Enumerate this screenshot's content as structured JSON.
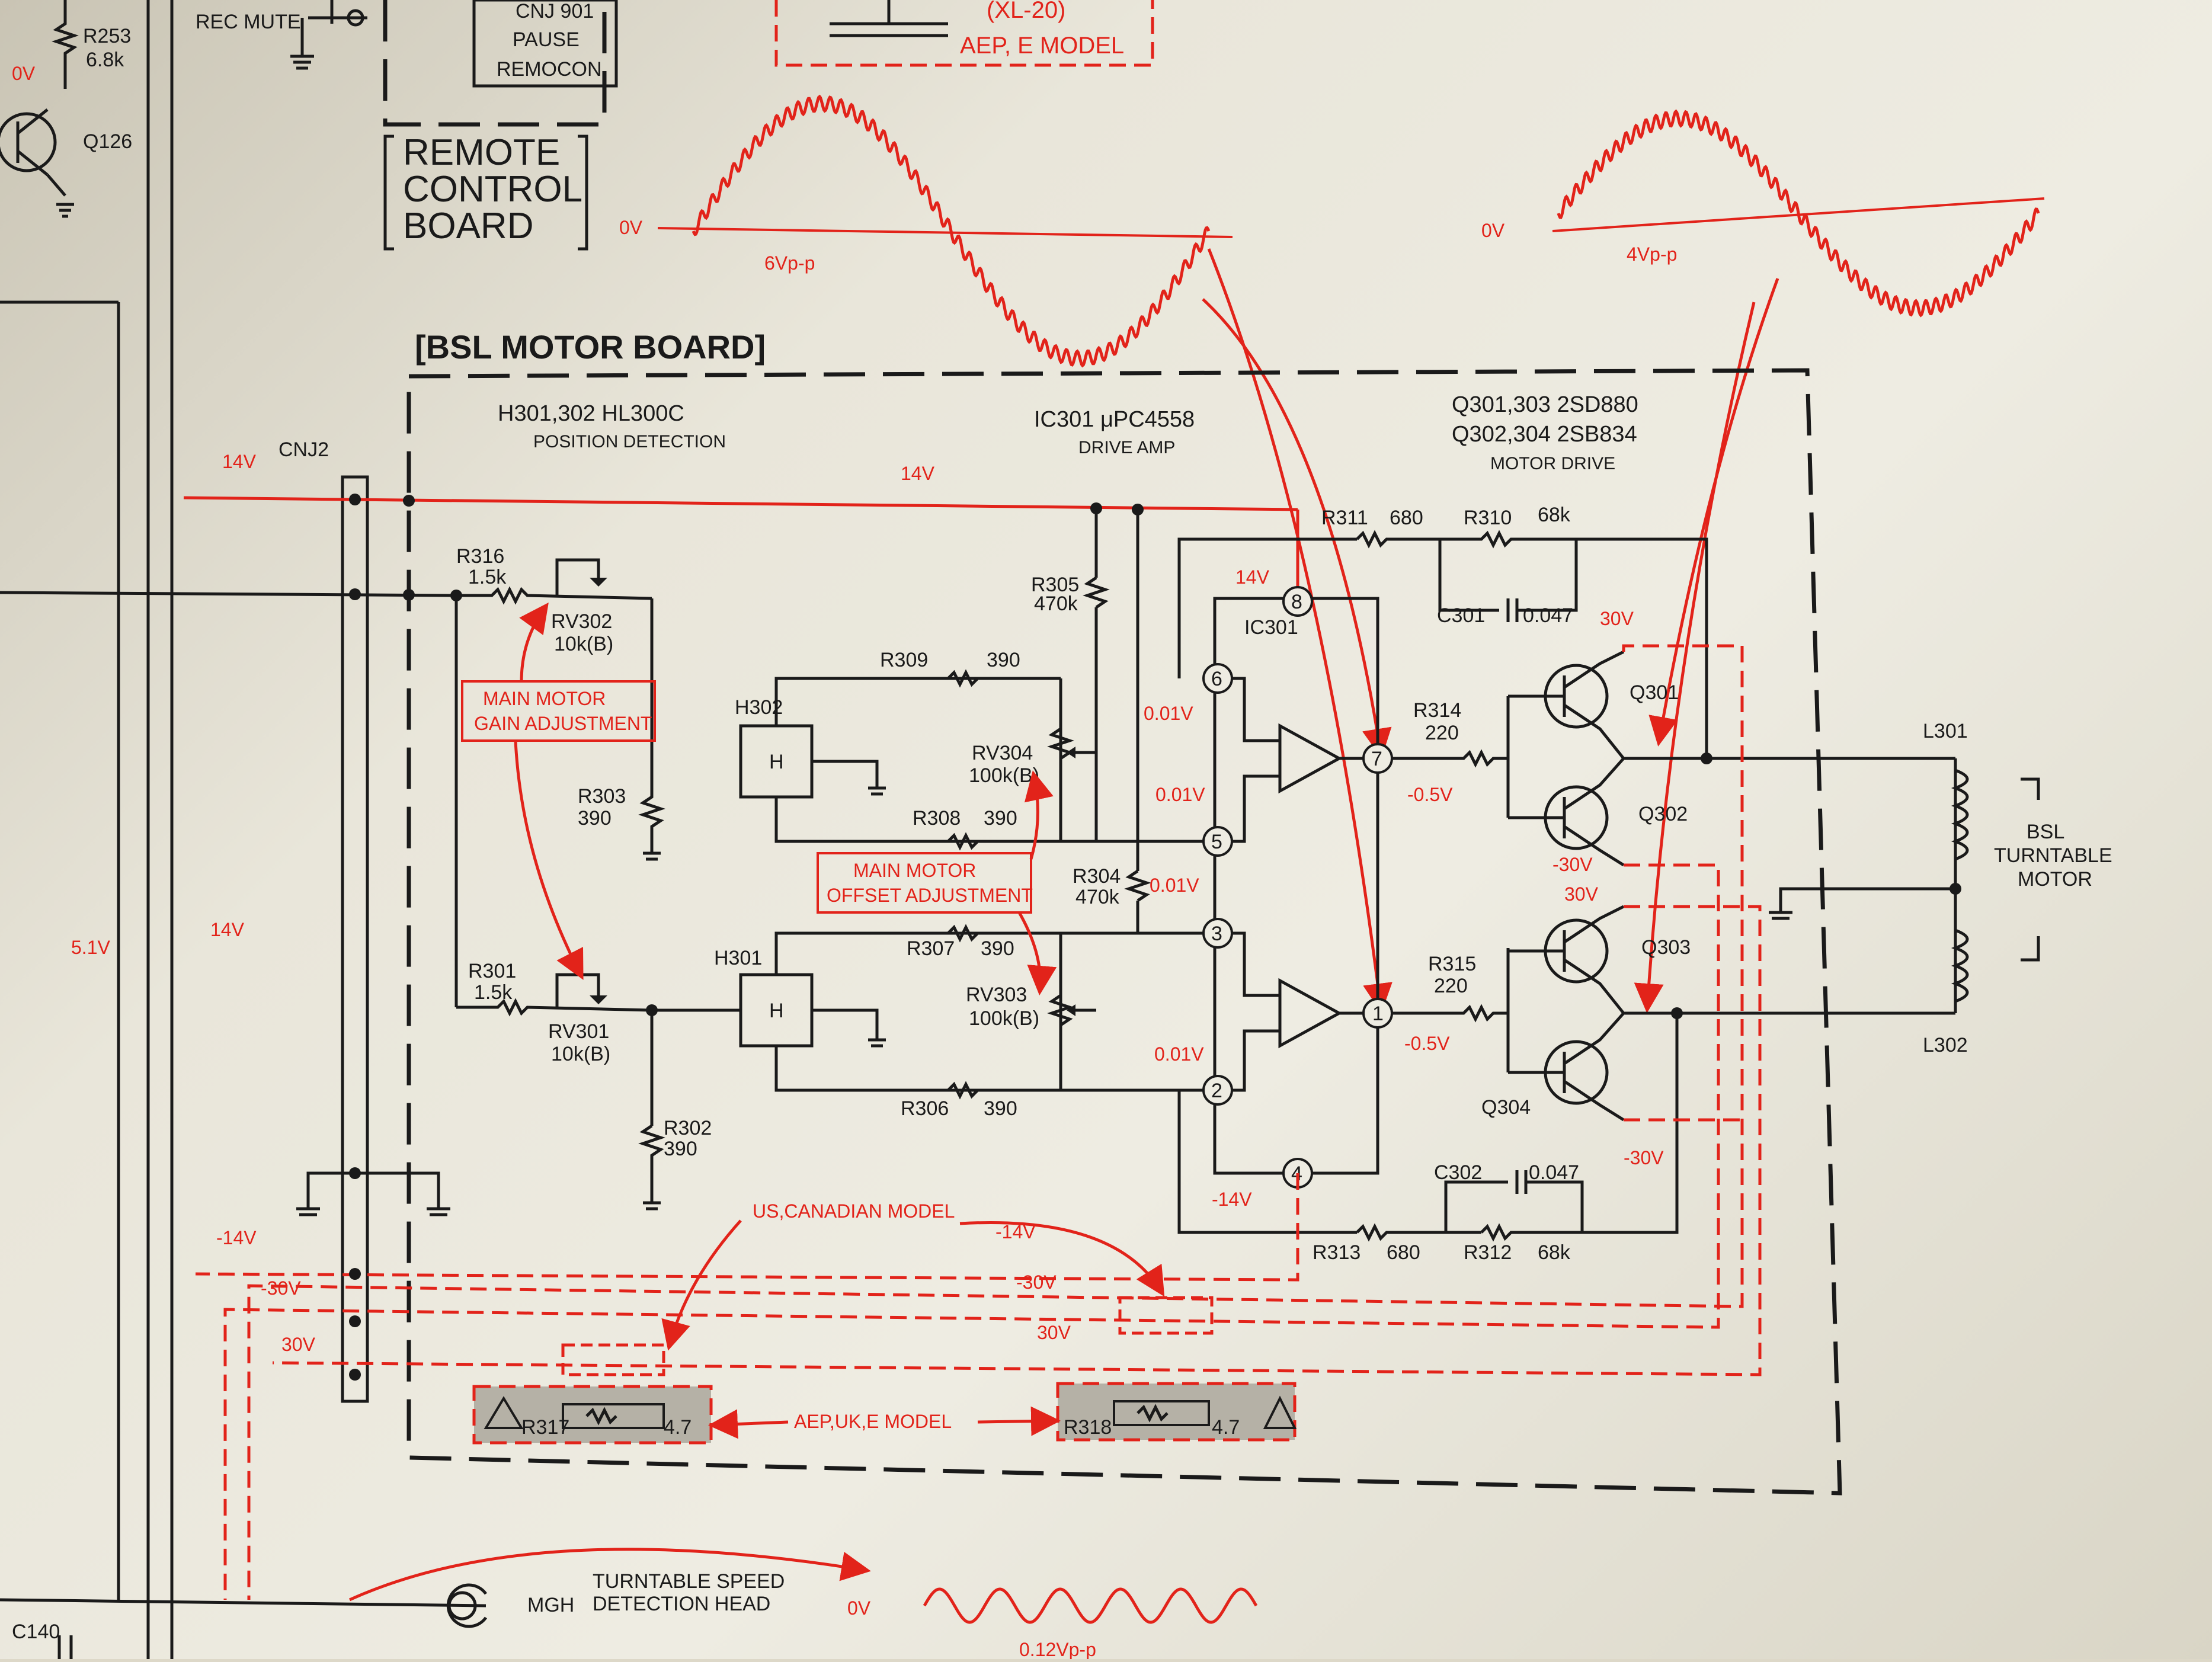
{
  "header": {
    "rec_mute": "REC MUTE",
    "r253": "R253",
    "r253_val": "6.8k",
    "q126": "Q126",
    "zero_v_top": "0V",
    "cnj901": "CNJ 901",
    "pause": "PAUSE",
    "remocon": "REMOCON",
    "xl20": "(XL-20)",
    "aep_e_model": "AEP, E MODEL",
    "remote_board_l1": "REMOTE",
    "remote_board_l2": "CONTROL",
    "remote_board_l3": "BOARD"
  },
  "waveforms": {
    "left_zero": "0V",
    "left_amp": "6Vp-p",
    "right_zero": "0V",
    "right_amp": "4Vp-p",
    "bottom_zero": "0V",
    "bottom_amp": "0.12Vp-p"
  },
  "board": {
    "title": "[BSL MOTOR BOARD]",
    "h_parts": "H301,302   HL300C",
    "h_desc": "POSITION  DETECTION",
    "ic_part": "IC301   μPC4558",
    "ic_desc": "DRIVE AMP",
    "q_parts_1": "Q301,303  2SD880",
    "q_parts_2": "Q302,304  2SB834",
    "q_desc": "MOTOR DRIVE",
    "cnj2": "CNJ2"
  },
  "components": {
    "r316": "R316",
    "r316_val": "1.5k",
    "rv302": "RV302",
    "rv302_val": "10k(B)",
    "r303": "R303",
    "r303_val": "390",
    "r301": "R301",
    "r301_val": "1.5k",
    "rv301": "RV301",
    "rv301_val": "10k(B)",
    "r302": "R302",
    "r302_val": "390",
    "h302": "H302",
    "h301": "H301",
    "h": "H",
    "r309": "R309",
    "r309_val": "390",
    "r308": "R308",
    "r308_val": "390",
    "r307": "R307",
    "r307_val": "390",
    "r306": "R306",
    "r306_val": "390",
    "r305": "R305",
    "r305_val": "470k",
    "r304": "R304",
    "r304_val": "470k",
    "rv304": "RV304",
    "rv304_val": "100k(B)",
    "rv303": "RV303",
    "rv303_val": "100k(B)",
    "ic301": "IC301",
    "r311": "R311",
    "r311_val": "680",
    "r310": "R310",
    "r310_val": "68k",
    "c301": "C301",
    "c301_val": "0.047",
    "r314": "R314",
    "r314_val": "220",
    "r315": "R315",
    "r315_val": "220",
    "q301": "Q301",
    "q302": "Q302",
    "q303": "Q303",
    "q304": "Q304",
    "c302": "C302",
    "c302_val": "0.047",
    "r313": "R313",
    "r313_val": "680",
    "r312": "R312",
    "r312_val": "68k",
    "l301": "L301",
    "l302": "L302",
    "motor_l1": "BSL",
    "motor_l2": "TURNTABLE",
    "motor_l3": "MOTOR",
    "r317": "R317",
    "r317_val": "4.7",
    "r318": "R318",
    "r318_val": "4.7",
    "mgh": "MGH",
    "mgh_desc_1": "TURNTABLE  SPEED",
    "mgh_desc_2": "DETECTION  HEAD",
    "c140": "C140"
  },
  "pins": [
    "8",
    "6",
    "5",
    "7",
    "3",
    "2",
    "1",
    "4"
  ],
  "voltages": {
    "v14_a": "14V",
    "v14_b": "14V",
    "v14_c": "14V",
    "v14_d": "14V",
    "v51": "5.1V",
    "v001_a": "0.01V",
    "v001_b": "0.01V",
    "v001_c": "0.01V",
    "v001_d": "0.01V",
    "vm05_a": "-0.5V",
    "vm05_b": "-0.5V",
    "v30_a": "30V",
    "v30_b": "30V",
    "v30_c": "30V",
    "v30_d": "30V",
    "vm30_a": "-30V",
    "vm30_b": "-30V",
    "vm30_c": "-30V",
    "vm30_d": "-30V",
    "vm14_a": "-14V",
    "vm14_b": "-14V",
    "vm14_c": "-14V"
  },
  "notes": {
    "gain_1": "MAIN  MOTOR",
    "gain_2": "GAIN ADJUSTMENT",
    "offset_1": "MAIN  MOTOR",
    "offset_2": "OFFSET  ADJUSTMENT",
    "us_canadian": "US,CANADIAN MODEL",
    "aep_uk_e": "AEP,UK,E  MODEL"
  },
  "colors": {
    "ink": "#1a1a1a",
    "annotation_red": "#e2231a",
    "paper": "#eeece2"
  }
}
